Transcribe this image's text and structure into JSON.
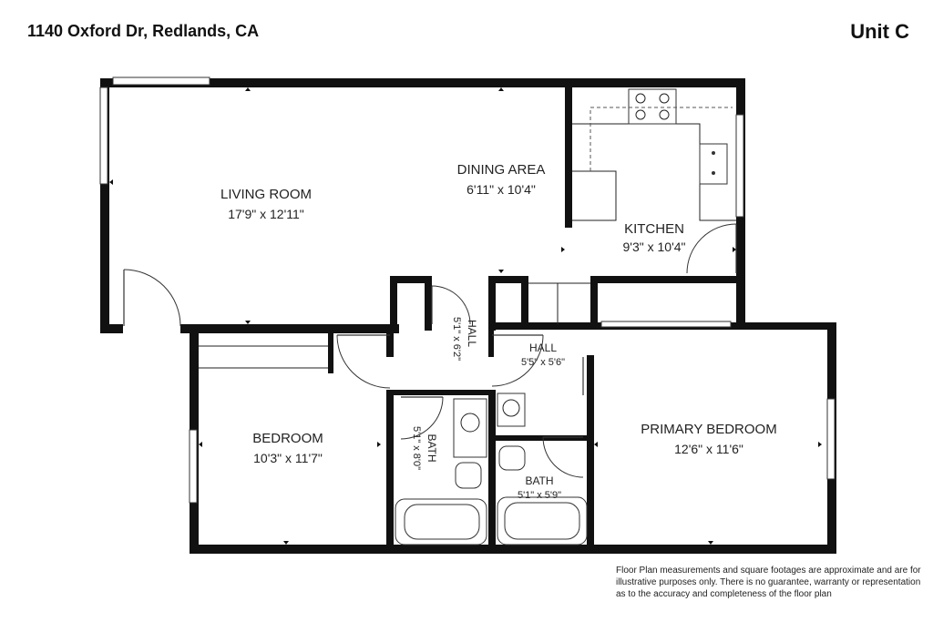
{
  "header": {
    "address": "1140 Oxford Dr, Redlands, CA",
    "unit": "Unit C"
  },
  "rooms": {
    "living": {
      "name": "LIVING ROOM",
      "dims": "17'9\" x 12'11\""
    },
    "dining": {
      "name": "DINING AREA",
      "dims": "6'11\" x 10'4\""
    },
    "kitchen": {
      "name": "KITCHEN",
      "dims": "9'3\" x 10'4\""
    },
    "hall1": {
      "name": "HALL",
      "dims": "5'1\" x 6'2\""
    },
    "hall2": {
      "name": "HALL",
      "dims": "5'5\" x 5'6\""
    },
    "bedroom": {
      "name": "BEDROOM",
      "dims": "10'3\" x 11'7\""
    },
    "bath1": {
      "name": "BATH",
      "dims": "5'1\" x 8'0\""
    },
    "bath2": {
      "name": "BATH",
      "dims": "5'1\" x 5'9\""
    },
    "primary": {
      "name": "PRIMARY BEDROOM",
      "dims": "12'6\" x 11'6\""
    }
  },
  "disclaimer": "Floor Plan measurements and square footages are approximate and are for illustrative purposes only. There is no guarantee, warranty or representation as to the accuracy and completeness of the floor plan"
}
